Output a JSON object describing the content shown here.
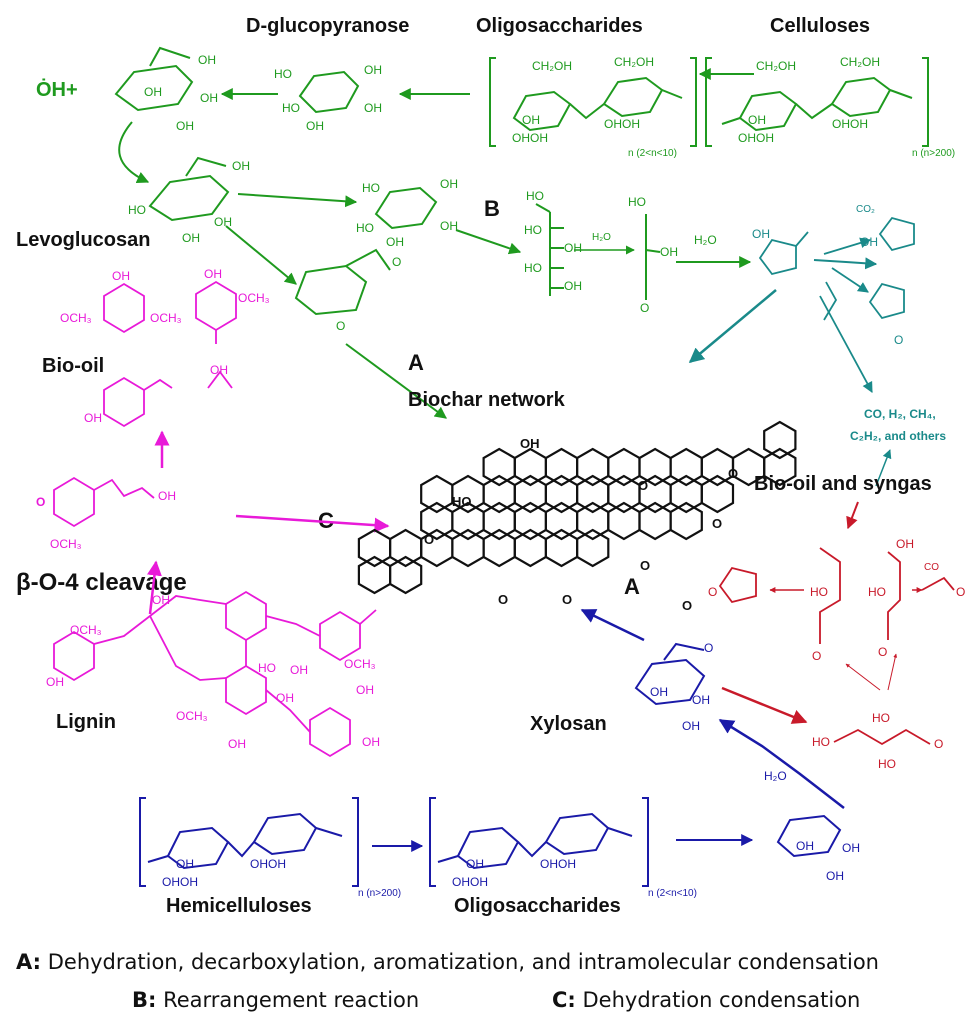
{
  "labels": {
    "d_glucopyranose": "D-glucopyranose",
    "oligosaccharides_top": "Oligosaccharides",
    "celluloses": "Celluloses",
    "levoglucosan": "Levoglucosan",
    "bio_oil": "Bio-oil",
    "biochar_network": "Biochar network",
    "bio_oil_syngas": "Bio-oil and syngas",
    "beta_o4": "β-O-4 cleavage",
    "lignin": "Lignin",
    "xylosan": "Xylosan",
    "hemicelluloses": "Hemicelluloses",
    "oligosaccharides_bottom": "Oligosaccharides"
  },
  "path_letters": {
    "a_top": "A",
    "b": "B",
    "c": "C",
    "a_bottom": "A"
  },
  "chem_text": {
    "oh_radical": "ȮH+",
    "oh": "OH",
    "ho": "HO",
    "ohoh": "OHOH",
    "ch2oh": "CH₂OH",
    "och3": "OCH₃",
    "h2o": "H₂O",
    "co2": "CO₂",
    "co": "CO",
    "o": "O",
    "n_gt_200": "n (n>200)",
    "n_2_10": "n (2<n<10)",
    "gases_line1": "CO, H₂, CH₄,",
    "gases_line2": "C₂H₂, and others"
  },
  "legend": {
    "a_key": "A:",
    "a_text": "Dehydration, decarboxylation, aromatization, and intramolecular condensation",
    "b_key": "B:",
    "b_text": "Rearrangement reaction",
    "c_key": "C:",
    "c_text": "Dehydration condensation"
  },
  "colors": {
    "cellulose": "#1f9a1f",
    "lignin": "#e81ad8",
    "hemicellulose": "#1a1aa8",
    "syngas": "#1a8a8a",
    "bio_oil_red": "#c81a2a",
    "biochar": "#111111"
  }
}
